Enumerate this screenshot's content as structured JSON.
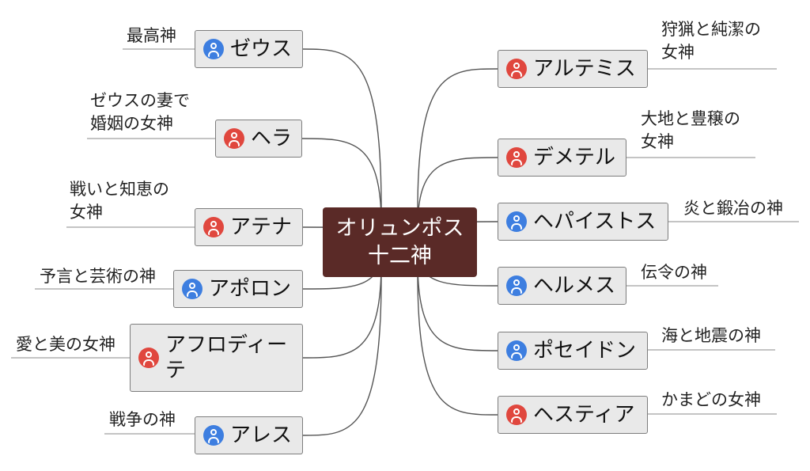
{
  "center": {
    "line1": "オリュンポス",
    "line2": "十二神"
  },
  "colors": {
    "male": "#3d7ee0",
    "female": "#e0473e",
    "center": "#5a2a27"
  },
  "left_gods": [
    {
      "name": "ゼウス",
      "gender": "male",
      "icon": "user-icon",
      "desc": [
        "最高神"
      ]
    },
    {
      "name": "ヘラ",
      "gender": "female",
      "icon": "user-icon",
      "desc": [
        "ゼウスの妻で",
        "婚姻の女神"
      ]
    },
    {
      "name": "アテナ",
      "gender": "female",
      "icon": "user-icon",
      "desc": [
        "戦いと知恵の",
        "女神"
      ]
    },
    {
      "name": "アポロン",
      "gender": "male",
      "icon": "user-icon",
      "desc": [
        "予言と芸術の神"
      ]
    },
    {
      "name": "アフロディーテ",
      "gender": "female",
      "icon": "user-icon",
      "desc": [
        "愛と美の女神"
      ]
    },
    {
      "name": "アレス",
      "gender": "male",
      "icon": "user-icon",
      "desc": [
        "戦争の神"
      ]
    }
  ],
  "right_gods": [
    {
      "name": "アルテミス",
      "gender": "female",
      "icon": "user-icon",
      "desc": [
        "狩猟と純潔の",
        "女神"
      ]
    },
    {
      "name": "デメテル",
      "gender": "female",
      "icon": "user-icon",
      "desc": [
        "大地と豊穣の",
        "女神"
      ]
    },
    {
      "name": "ヘパイストス",
      "gender": "male",
      "icon": "user-icon",
      "desc": [
        "炎と鍛冶の神"
      ]
    },
    {
      "name": "ヘルメス",
      "gender": "male",
      "icon": "user-icon",
      "desc": [
        "伝令の神"
      ]
    },
    {
      "name": "ポセイドン",
      "gender": "male",
      "icon": "user-icon",
      "desc": [
        "海と地震の神"
      ]
    },
    {
      "name": "ヘスティア",
      "gender": "female",
      "icon": "user-icon",
      "desc": [
        "かまどの女神"
      ]
    }
  ]
}
